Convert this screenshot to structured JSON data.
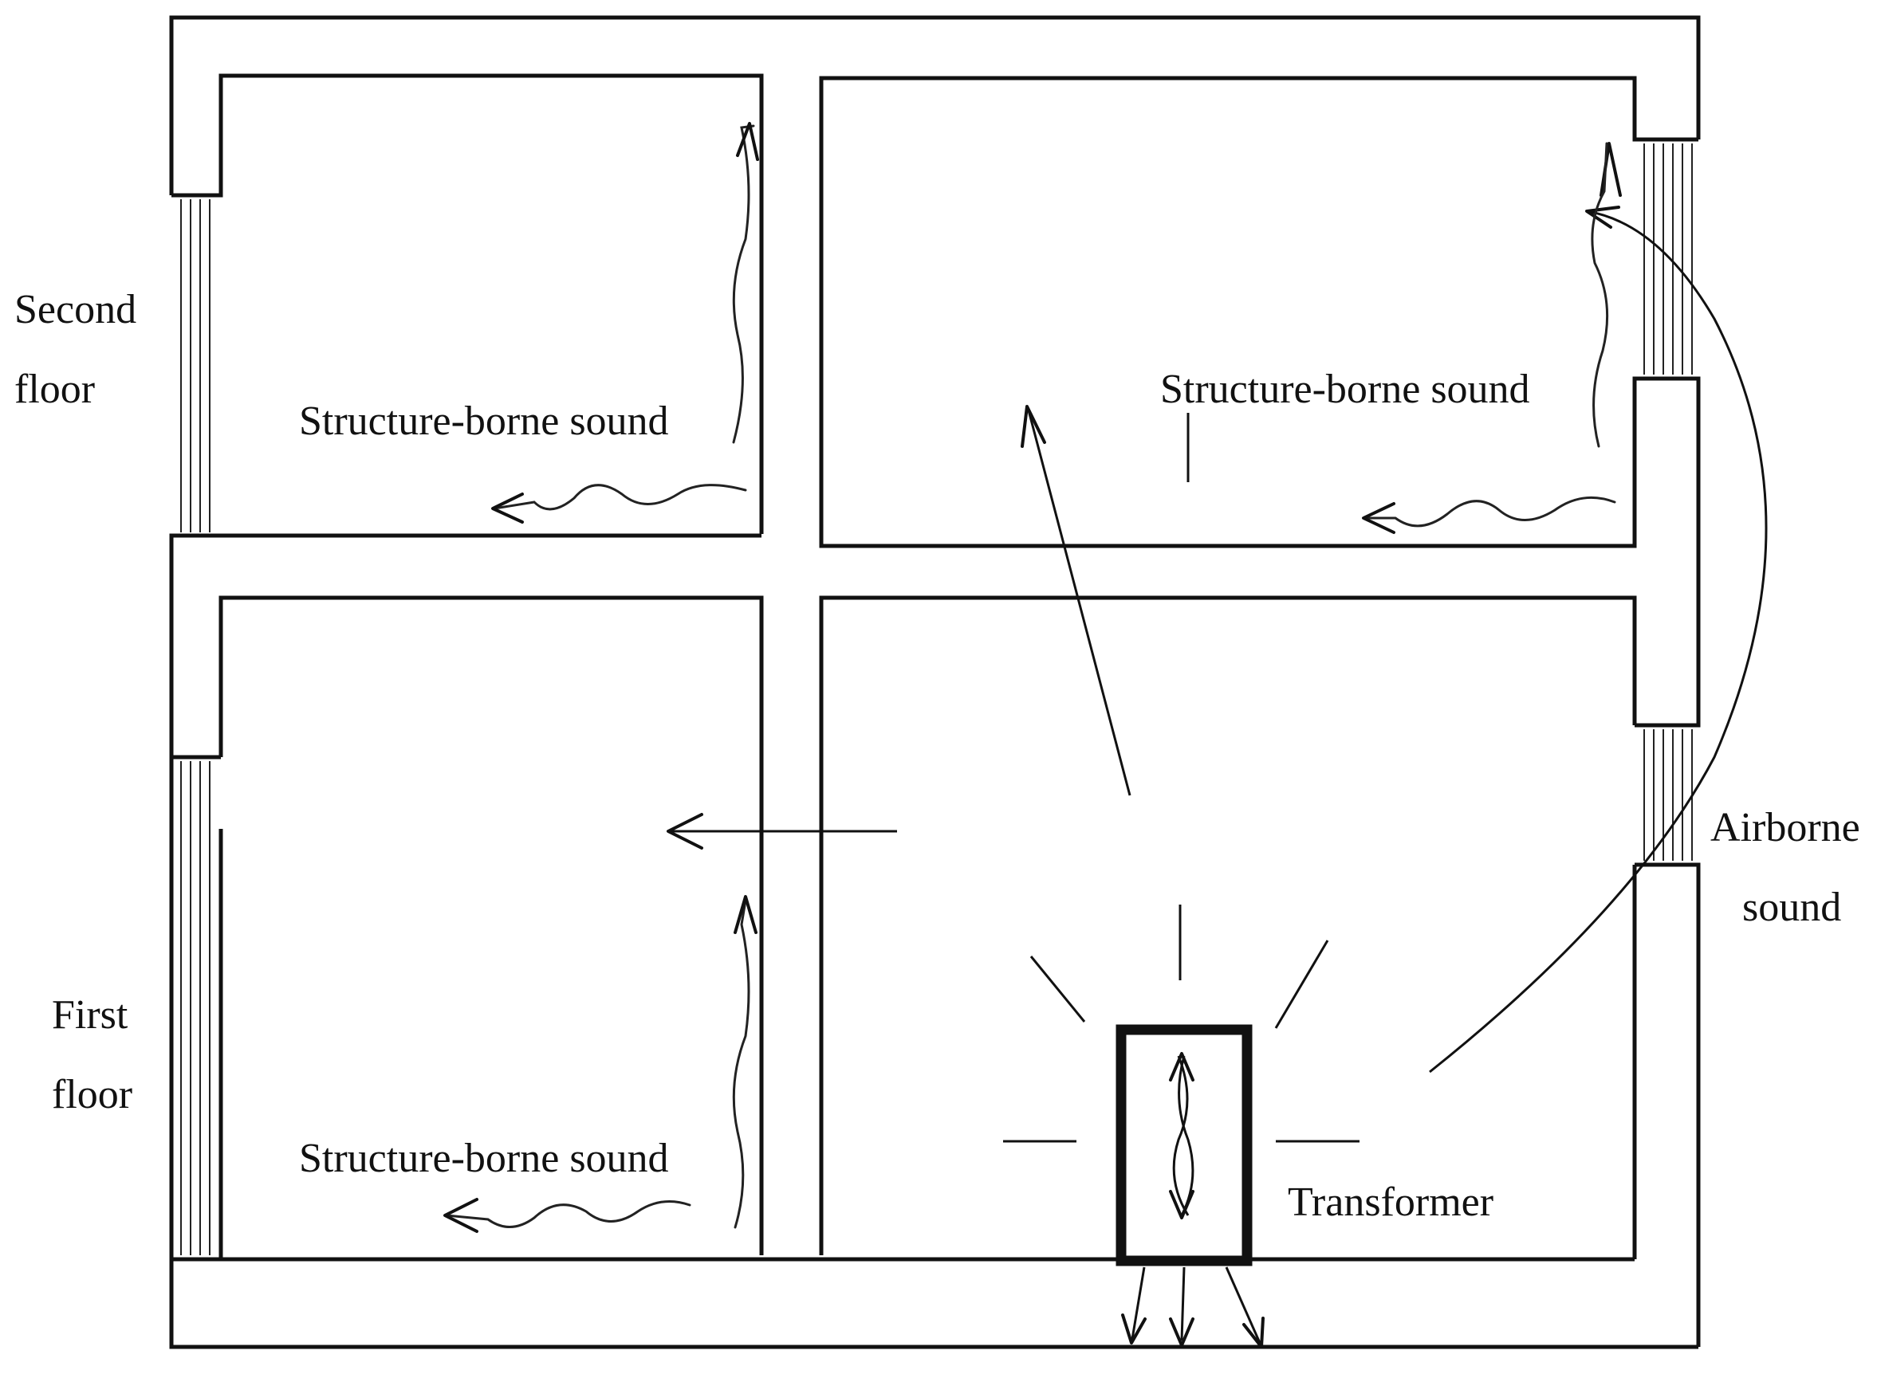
{
  "labels": {
    "second_floor": [
      "Second",
      "floor"
    ],
    "first_floor": [
      "First",
      "floor"
    ],
    "structure_borne_top_left": "Structure-borne sound",
    "structure_borne_top_right": "Structure-borne sound",
    "structure_borne_bottom_left": "Structure-borne sound",
    "airborne": [
      "Airborne",
      "sound"
    ],
    "transformer": "Transformer"
  },
  "colors": {
    "line": "#111111",
    "background": "#ffffff"
  }
}
